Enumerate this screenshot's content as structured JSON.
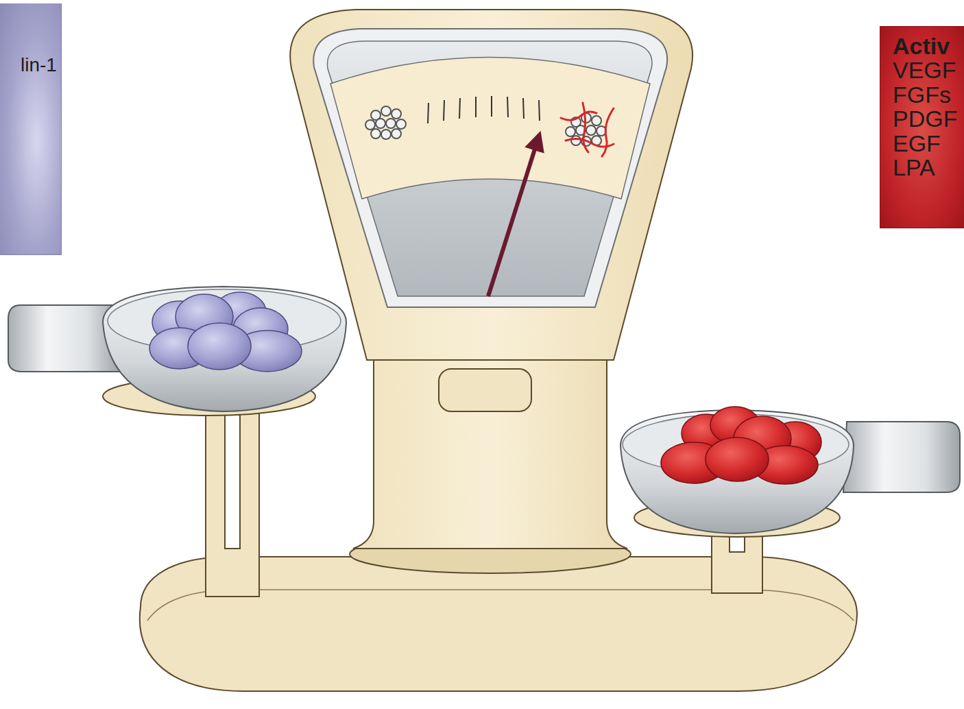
{
  "diagram": {
    "nodes": [
      {
        "text": [
          "lin-1"
        ]
      },
      {
        "text": [
          "Activ",
          "VEGF FGFs PDGF EGF LPA"
        ]
      }
    ]
  }
}
